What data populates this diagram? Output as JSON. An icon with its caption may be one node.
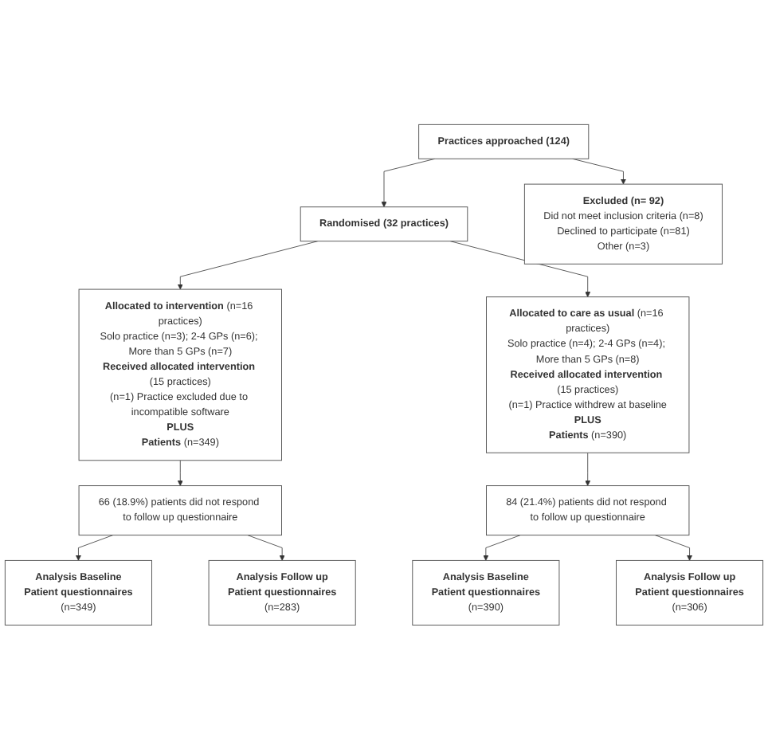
{
  "diagram": {
    "nodes": [
      {
        "text": [
          "Practices approached (124)"
        ]
      },
      {
        "text": [
          "Excluded (n= 92)",
          "Did not meet inclusion criteria (n=8)",
          "Declined to participate (n=81)",
          "Other (n=3)"
        ]
      },
      {
        "text": [
          "Randomised (32 practices)"
        ]
      },
      {
        "text": [
          "**Allocated to intervention** (n=16 practices)",
          "Solo practice (n=3); 2-4 GPs (n=6); More than 5 GPs (n=7)",
          "**Received allocated intervention** (15 practices)",
          "(n=1) Practice excluded due to incompatible software",
          "PLUS",
          "**Patients** (n=349)"
        ]
      },
      {
        "text": [
          "**Allocated to care as usual** (n=16 practices)",
          "Solo practice (n=4); 2-4 GPs (n=4); More than 5 GPs (n=8)",
          "**Received allocated intervention** (15 practices)",
          "(n=1) Practice withdrew at baseline",
          "PLUS",
          "**Patients** (n=390)"
        ]
      },
      {
        "text": [
          "66 (18.9%) patients did not respond to follow up questionnaire"
        ]
      },
      {
        "text": [
          "84 (21.4%) patients did not respond to follow up questionnaire"
        ]
      },
      {
        "text": [
          "Analysis Baseline",
          "Patient questionnaires",
          "(n=349)"
        ]
      },
      {
        "text": [
          "Analysis Follow up",
          "Patient questionnaires",
          "(n=283)"
        ]
      },
      {
        "text": [
          "Analysis Baseline",
          "Patient questionnaires",
          "(n=390)"
        ]
      },
      {
        "text": [
          "Analysis Follow up",
          "Patient questionnaires",
          "(n=306)"
        ]
      }
    ],
    "edges": [
      {
        "from": 0,
        "to": 1,
        "arrow": "to"
      },
      {
        "from": 0,
        "to": 2,
        "arrow": "to"
      },
      {
        "from": 2,
        "to": 3,
        "arrow": "to"
      },
      {
        "from": 2,
        "to": 4,
        "arrow": "to"
      },
      {
        "from": 3,
        "to": 5,
        "arrow": "to"
      },
      {
        "from": 4,
        "to": 6,
        "arrow": "to"
      },
      {
        "from": 5,
        "to": 7,
        "arrow": "to"
      },
      {
        "from": 5,
        "to": 8,
        "arrow": "to"
      },
      {
        "from": 6,
        "to": 9,
        "arrow": "to"
      },
      {
        "from": 6,
        "to": 10,
        "arrow": "to"
      }
    ]
  }
}
